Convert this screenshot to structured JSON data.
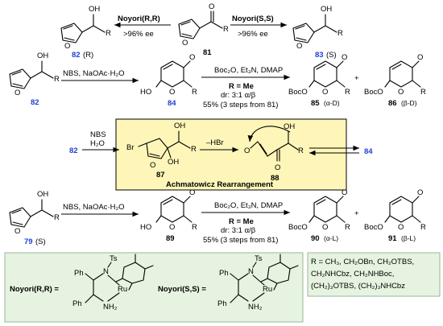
{
  "row1": {
    "left_arrow_label": "Noyori(R,R)",
    "left_arrow_sub": ">96% ee",
    "right_arrow_label": "Noyori(S,S)",
    "right_arrow_sub": ">96% ee",
    "cmpd_left": "82",
    "cmpd_left_conf": "(R)",
    "cmpd_center": "81",
    "cmpd_right": "83",
    "cmpd_right_conf": "(S)"
  },
  "row2": {
    "start": "82",
    "reagent1": "NBS, NaOAc·H₂O",
    "intermediate": "84",
    "reagent2": "Boc₂O, Et₃N, DMAP",
    "r_eq": "R = Me",
    "dr": "dr: 3:1 α/β",
    "yield": "55% (3 steps from 81)",
    "product_a": "85",
    "product_a_tag": "(α-D)",
    "product_b": "86",
    "product_b_tag": "(β-D)",
    "plus": "+"
  },
  "mechanism": {
    "start": "82",
    "reagent": "NBS",
    "reagent2": "H₂O",
    "intermediate": "87",
    "step": "–HBr",
    "product": "88",
    "final": "84",
    "caption": "Achmatowicz Rearrangement",
    "box_color": "#fdf6b8"
  },
  "row4": {
    "start": "79",
    "start_conf": "(S)",
    "reagent1": "NBS, NaOAc·H₂O",
    "intermediate": "89",
    "reagent2": "Boc₂O, Et₃N, DMAP",
    "r_eq": "R = Me",
    "dr": "dr: 3:1 α/β",
    "yield": "55% (3 steps from 81)",
    "product_a": "90",
    "product_a_tag": "(α-L)",
    "product_b": "91",
    "product_b_tag": "(β-L)",
    "plus": "+"
  },
  "catalysts": {
    "rr_label": "Noyori(R,R) =",
    "ss_label": "Noyori(S,S) =",
    "box_color": "#e6f3e0"
  },
  "r_groups": {
    "lines": [
      "R = CH₃, CH₂OBn, CH₂OTBS,",
      "CH₂NHCbz, CH₂NHBoc,",
      "(CH₂)₃OTBS, (CH₂)₃NHCbz"
    ]
  },
  "atoms": {
    "O": "O",
    "OH": "OH",
    "R": "R",
    "HO": "HO",
    "BocO": "BocO",
    "Br": "Br",
    "Ts": "Ts",
    "N": "N",
    "Ru": "Ru",
    "NH2": "NH₂",
    "Ph": "Ph"
  }
}
